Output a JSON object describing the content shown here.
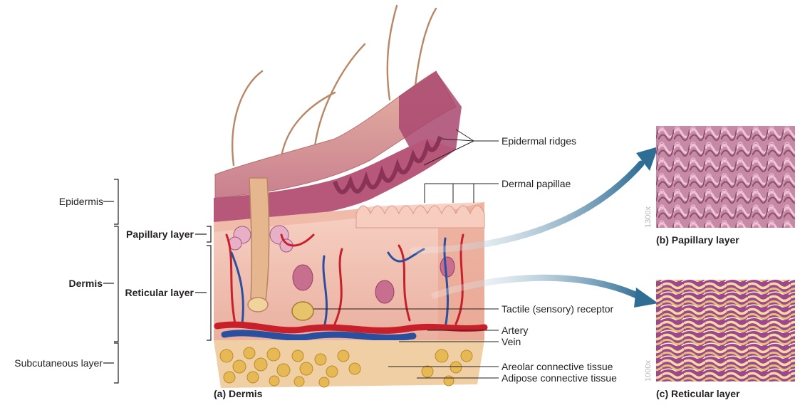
{
  "left_labels": {
    "epidermis": "Epidermis",
    "papillary_layer": "Papillary layer",
    "dermis": "Dermis",
    "reticular_layer": "Reticular layer",
    "subcutaneous_layer": "Subcutaneous layer"
  },
  "callouts": {
    "epidermal_ridges": "Epidermal ridges",
    "dermal_papillae": "Dermal papillae",
    "tactile_receptor": "Tactile (sensory) receptor",
    "artery": "Artery",
    "vein": "Vein",
    "areolar_tissue": "Areolar connective tissue",
    "adipose_tissue": "Adipose connective tissue"
  },
  "panels": {
    "a_caption": "(a) Dermis",
    "b_caption": "(b) Papillary layer",
    "b_magnification": "1300x",
    "c_caption": "(c) Reticular layer",
    "c_magnification": "1000x"
  },
  "colors": {
    "epidermis": "#d99a86",
    "dermis": "#f3c3b4",
    "papillae": "#f6cdbf",
    "artery": "#c8202a",
    "vein": "#2a4f9e",
    "adipose": "#e7b955",
    "papillary_micrograph": "#c98fae",
    "reticular_micrograph": "#e6cf8f",
    "arrow": "#2f6d95"
  }
}
